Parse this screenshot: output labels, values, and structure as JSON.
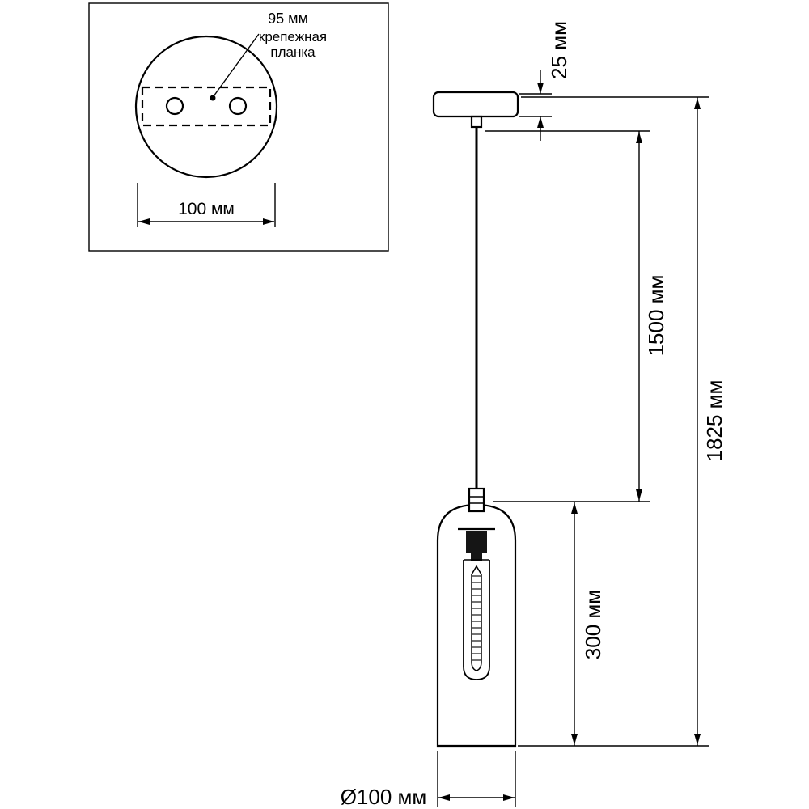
{
  "drawing": {
    "background": "#ffffff",
    "ink": "#000000"
  },
  "inset": {
    "hole_pitch_label": "95 мм",
    "bracket_label_line1": "крепежная",
    "bracket_label_line2": "планка",
    "plate_width_label": "100 мм"
  },
  "dimensions": {
    "canopy_height": "25 мм",
    "cord_length": "1500 мм",
    "overall_height": "1825 мм",
    "shade_height": "300 мм",
    "shade_diameter": "Ø100 мм"
  }
}
